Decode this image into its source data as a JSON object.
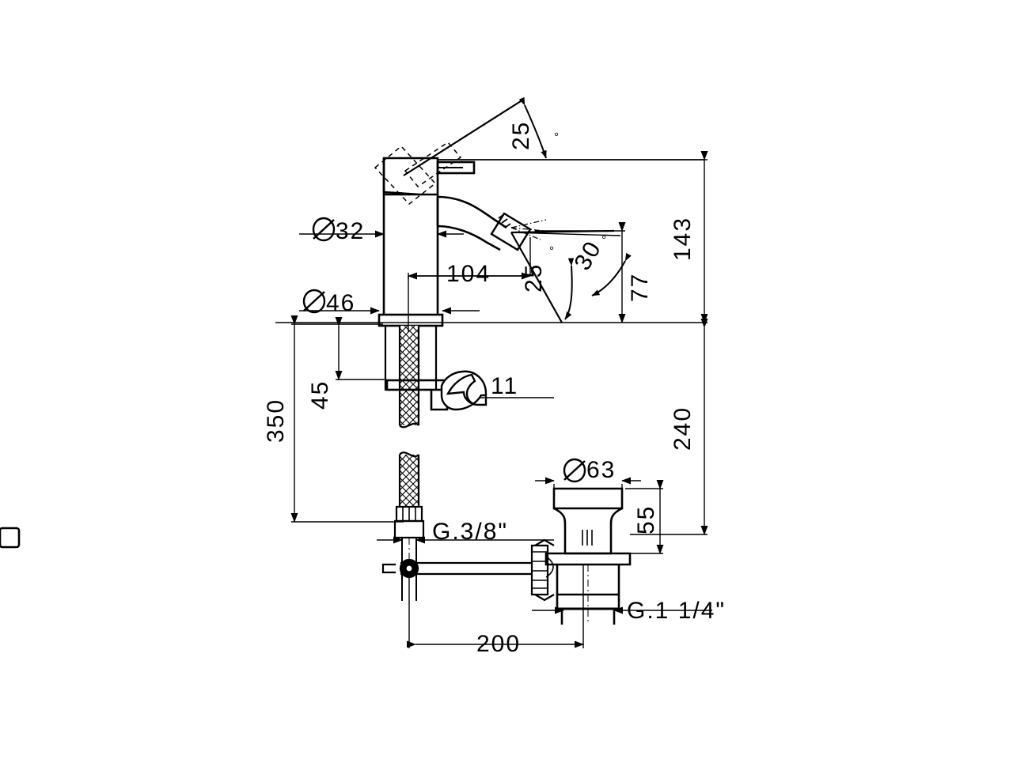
{
  "drawing": {
    "title": "Bidet mixer tap with pop-up waste - dimensioned technical drawing",
    "units": "mm",
    "background": "#ffffff",
    "line_color": "#000000"
  },
  "dimensions": {
    "spout_diameter": "Ø32",
    "base_diameter": "Ø46",
    "spout_reach": "104",
    "spout_height": "77",
    "total_height": "143",
    "hose_length": "350",
    "shank_length": "45",
    "wrench_size": "11",
    "inlet_thread": "G.3/8\"",
    "waste_diameter": "Ø63",
    "waste_height": "55",
    "waste_thread": "G.1 1/4\"",
    "drop_height": "240",
    "rod_length": "200"
  },
  "angles": {
    "handle_lift": "25",
    "spray_upper": "25",
    "spray_lower": "30",
    "degree_symbol": "°"
  },
  "icons": {
    "wrench": "wrench-icon",
    "diameter": "diameter-symbol"
  }
}
